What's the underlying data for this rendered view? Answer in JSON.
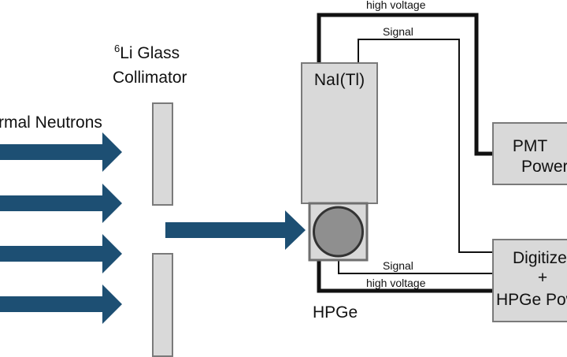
{
  "labels": {
    "neutrons": "rmal Neutrons",
    "li_superscript": "6",
    "li_glass": "Li Glass",
    "collimator": "Collimator",
    "nai": "NaI(Tl)",
    "hpge": "HPGe",
    "pmt_line1": "PMT",
    "pmt_line2": "Power",
    "digitizer_line1": "Digitize",
    "digitizer_line2": "+",
    "digitizer_line3": "HPGe Pow",
    "nai_high_voltage": "high voltage",
    "nai_signal": "Signal",
    "hpge_signal": "Signal",
    "hpge_high_voltage": "high voltage"
  },
  "colors": {
    "arrow": "#1d4f73",
    "box_fill": "#d9d9d9",
    "box_stroke": "#7a7a7a",
    "hpge_crystal": "#8f8f8f",
    "wire": "#111111"
  }
}
